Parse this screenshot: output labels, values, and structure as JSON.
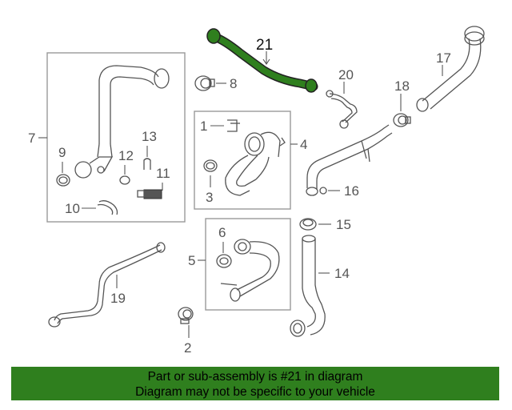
{
  "diagram": {
    "highlight_color": "#2f7f1e",
    "callouts": [
      "21",
      "20",
      "17",
      "18",
      "8",
      "7",
      "9",
      "12",
      "13",
      "11",
      "10",
      "4",
      "1",
      "3",
      "16",
      "15",
      "6",
      "5",
      "19",
      "14",
      "2"
    ]
  },
  "banner": {
    "line1": "Part or sub-assembly is #21 in diagram",
    "line2": "Diagram may not be specific to your vehicle",
    "color": "#2f7f1e"
  }
}
